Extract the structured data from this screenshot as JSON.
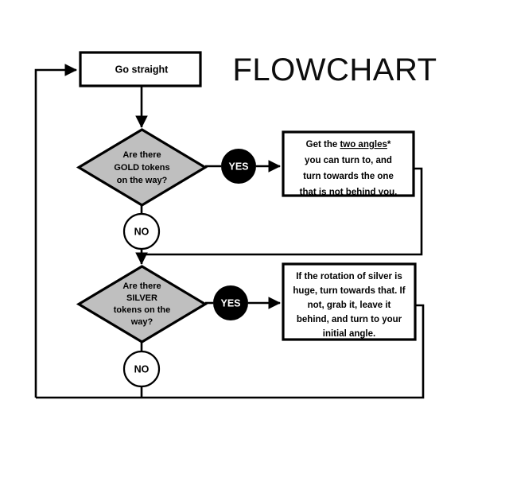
{
  "title": "FLOWCHART",
  "colors": {
    "decision_fill": "#bfbfbf",
    "process_fill": "#ffffff",
    "yes_fill": "#000000",
    "no_fill": "#ffffff",
    "stroke": "#000000",
    "background": "#ffffff"
  },
  "nodes": {
    "start": {
      "type": "process",
      "label": "Go straight"
    },
    "decision_gold": {
      "type": "decision",
      "lines": [
        "Are there",
        "GOLD tokens",
        "on the way?"
      ]
    },
    "decision_silver": {
      "type": "decision",
      "lines": [
        "Are there",
        "SILVER",
        "tokens on the",
        "way?"
      ]
    },
    "action_gold": {
      "type": "process",
      "lines": [
        "Get the two angles*",
        "you can turn to, and",
        "turn towards the one",
        "that is not behind you."
      ],
      "underlined_phrase": "two angles"
    },
    "action_silver": {
      "type": "process",
      "lines": [
        "If the rotation of silver is",
        "huge, turn towards that. If",
        "not, grab it, leave it",
        "behind, and turn to your",
        "initial angle."
      ]
    }
  },
  "connectors": {
    "gold_yes_label": "YES",
    "gold_no_label": "NO",
    "silver_yes_label": "YES",
    "silver_no_label": "NO"
  }
}
